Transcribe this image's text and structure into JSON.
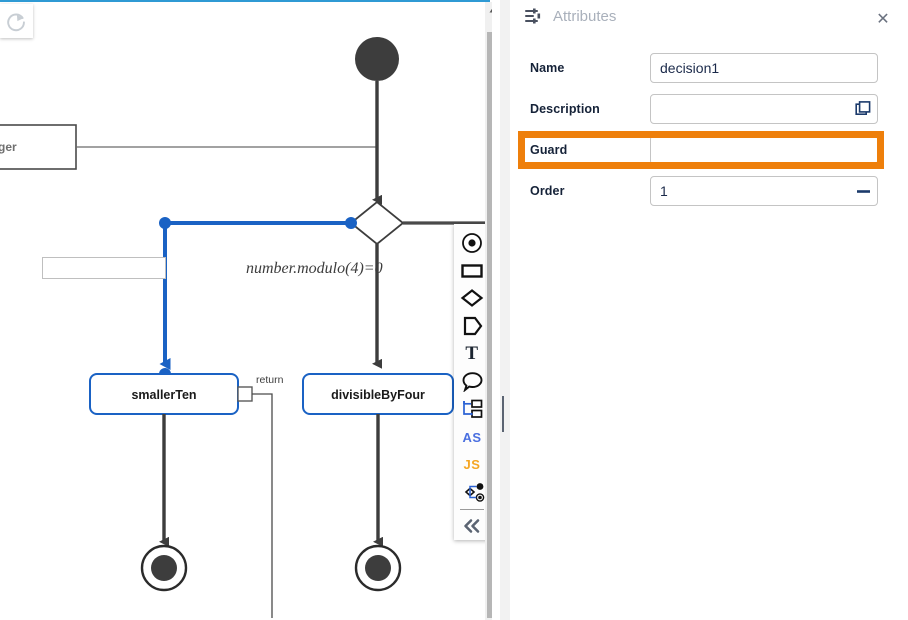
{
  "panel": {
    "title": "Attributes",
    "title_icon": "sliders-icon",
    "close_icon": "close-icon",
    "fields": [
      {
        "label": "Name",
        "value": "decision1",
        "placeholder": "",
        "button": null
      },
      {
        "label": "Description",
        "value": "",
        "placeholder": "",
        "button": "copy-icon"
      },
      {
        "label": "Guard",
        "value": "",
        "placeholder": "",
        "button": null
      },
      {
        "label": "Order",
        "value": "1",
        "placeholder": "",
        "button": "minus-icon"
      }
    ],
    "highlight": {
      "target": "Guard",
      "color": "#ee7f0b"
    }
  },
  "editor": {
    "redo_icon": "redo-icon",
    "selection_color": "#1a62c4",
    "node_color": "#3d3d3d",
    "inline_edit_value": "",
    "diagram": {
      "type": "uml-activity-diagram",
      "nodes": [
        {
          "name": "initial-node",
          "kind": "initial",
          "label": ""
        },
        {
          "name": "partial-node",
          "kind": "action",
          "label": "ger"
        },
        {
          "name": "decision-node",
          "kind": "decision",
          "label": "",
          "selected": true
        },
        {
          "name": "action-smallerten",
          "kind": "action",
          "label": "smallerTen",
          "selected": true
        },
        {
          "name": "action-divisible",
          "kind": "action",
          "label": "divisibleByFour",
          "selected": true
        },
        {
          "name": "final-node-left",
          "kind": "final",
          "label": ""
        },
        {
          "name": "final-node-right",
          "kind": "final",
          "label": ""
        }
      ],
      "edge_labels": [
        "number.modulo(4)=0",
        "return"
      ]
    },
    "palette": [
      {
        "name": "initial-node-tool",
        "icon": "initial-node-icon",
        "label": ""
      },
      {
        "name": "action-node-tool",
        "icon": "rectangle-icon",
        "label": ""
      },
      {
        "name": "decision-node-tool",
        "icon": "diamond-icon",
        "label": ""
      },
      {
        "name": "signal-node-tool",
        "icon": "pentagon-icon",
        "label": ""
      },
      {
        "name": "text-tool",
        "icon": "text-icon",
        "label": "T"
      },
      {
        "name": "comment-tool",
        "icon": "comment-icon",
        "label": ""
      },
      {
        "name": "subprocess-tool",
        "icon": "subprocess-icon",
        "label": ""
      },
      {
        "name": "as-script-tool",
        "icon": "as-icon",
        "label": "AS"
      },
      {
        "name": "js-script-tool",
        "icon": "js-icon",
        "label": "JS"
      },
      {
        "name": "flow-tool",
        "icon": "flow-icon",
        "label": ""
      },
      {
        "name": "collapse-tool",
        "icon": "double-chevron-left-icon",
        "label": ""
      }
    ],
    "palette_colors": {
      "as": "#4a6fe0",
      "js": "#f5a623"
    }
  }
}
